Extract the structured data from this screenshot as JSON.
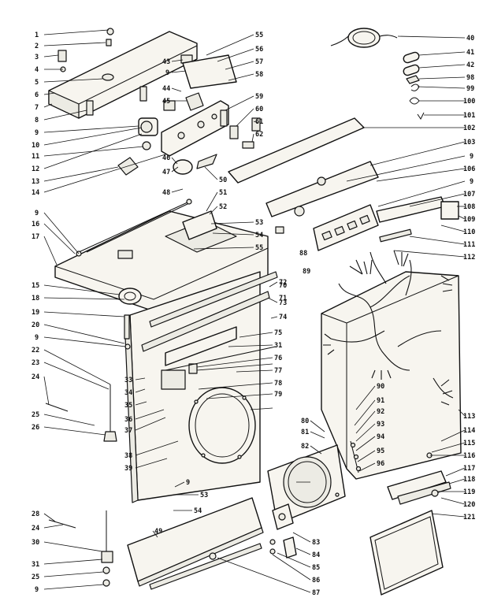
{
  "callouts_left": [
    "1",
    "2",
    "3",
    "4",
    "5",
    "6",
    "7",
    "8",
    "9",
    "10",
    "11",
    "12",
    "13",
    "14",
    "9",
    "16",
    "17",
    "15",
    "18",
    "19",
    "20",
    "9",
    "22",
    "23",
    "24",
    "25",
    "26"
  ],
  "callouts_bottom_left": [
    "28",
    "24",
    "30",
    "31",
    "25",
    "9"
  ],
  "callouts_top_center": [
    "43",
    "9",
    "44",
    "45",
    "46",
    "47",
    "48",
    "55",
    "56",
    "57",
    "58",
    "59",
    "60",
    "61",
    "62",
    "50",
    "51",
    "52",
    "53",
    "54",
    "55"
  ],
  "callouts_center": [
    "33",
    "34",
    "35",
    "36",
    "37",
    "38",
    "39",
    "9",
    "53",
    "49",
    "54",
    "72",
    "73",
    "74",
    "75",
    "31",
    "76",
    "77",
    "78",
    "79",
    "80",
    "81",
    "82",
    "83",
    "84",
    "85",
    "86",
    "87"
  ],
  "callouts_right": [
    "40",
    "41",
    "42",
    "98",
    "99",
    "100",
    "101",
    "102",
    "103",
    "9",
    "106",
    "9",
    "107",
    "108",
    "109",
    "110",
    "111",
    "112",
    "89",
    "70",
    "71",
    "88",
    "90",
    "91",
    "92",
    "93",
    "94",
    "95",
    "96",
    "113",
    "114",
    "115",
    "116",
    "117",
    "118",
    "119",
    "120",
    "121"
  ]
}
